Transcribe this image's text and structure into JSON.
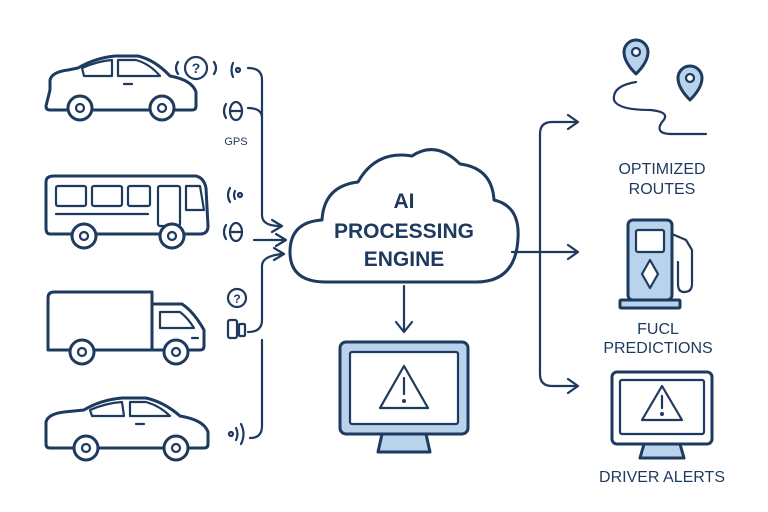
{
  "center": {
    "line1": "AI",
    "line2": "PROCESSING",
    "line3": "ENGINE"
  },
  "sensors": {
    "gps_label": "GPS",
    "unknown_mark": "?"
  },
  "outputs": {
    "routes_line1": "OPTIMIZED",
    "routes_line2": "ROUTES",
    "fuel_line1": "FUCL",
    "fuel_line2": "PREDICTIONS",
    "alerts_label": "DRIVER ALERTS"
  },
  "colors": {
    "stroke": "#1e3a5f",
    "accent_fill": "#b9d3ec",
    "background": "#ffffff"
  },
  "icons": [
    "car-icon",
    "bus-icon",
    "van-icon",
    "sedan-icon",
    "signal-icon",
    "cloud-icon",
    "monitor-warning-icon",
    "map-pin-icon",
    "fuel-pump-icon"
  ]
}
